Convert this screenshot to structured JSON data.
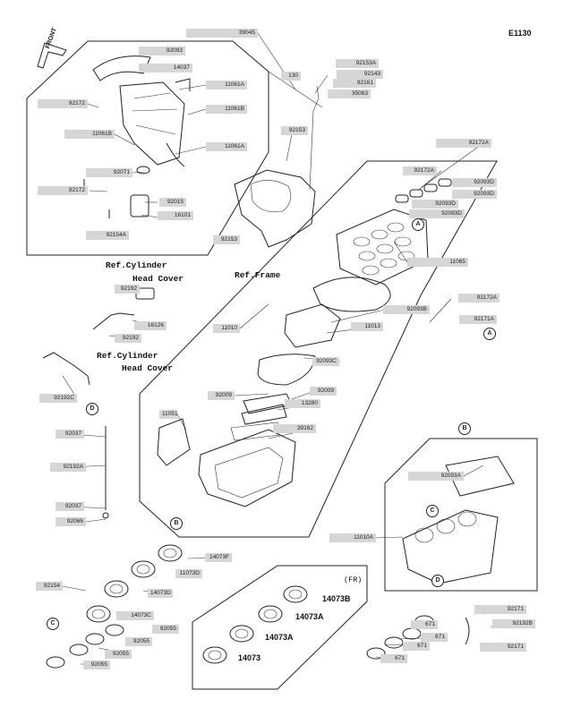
{
  "diagram_code": "E1130",
  "front_label": "FRONT",
  "fr_label": "(FR)",
  "ref_labels": {
    "cylinder_head_cover_1": [
      "Ref.Cylinder",
      "Head Cover"
    ],
    "frame": "Ref.Frame",
    "cylinder_head_cover_2": [
      "Ref.Cylinder",
      "Head Cover"
    ]
  },
  "circle_refs": [
    "A",
    "A",
    "B",
    "B",
    "C",
    "C",
    "D",
    "D"
  ],
  "part_labels": [
    "39045",
    "92093",
    "14037",
    "92172",
    "11061A",
    "11061B",
    "11061B",
    "11061A",
    "92071",
    "92172",
    "92015",
    "16101",
    "92154A",
    "130",
    "92153A",
    "92143",
    "92161",
    "35063",
    "92153",
    "92153",
    "92172A",
    "92172A",
    "92093D",
    "92093D",
    "92093D",
    "92093D",
    "11065",
    "92192",
    "16126",
    "92192",
    "92192C",
    "92172A",
    "92171A",
    "92093B",
    "11010",
    "11013",
    "92093C",
    "92009",
    "92009",
    "13280",
    "11051",
    "39162",
    "92037",
    "92192A",
    "92037",
    "92066",
    "92093A",
    "11010A",
    "14073F",
    "11073D",
    "14073D",
    "92154",
    "14073C",
    "92055",
    "92055",
    "92055",
    "92055",
    "92171",
    "92192B",
    "92171",
    "671",
    "671",
    "671",
    "671"
  ],
  "fr_part_labels": [
    "14073B",
    "14073A",
    "14073A",
    "14073"
  ]
}
